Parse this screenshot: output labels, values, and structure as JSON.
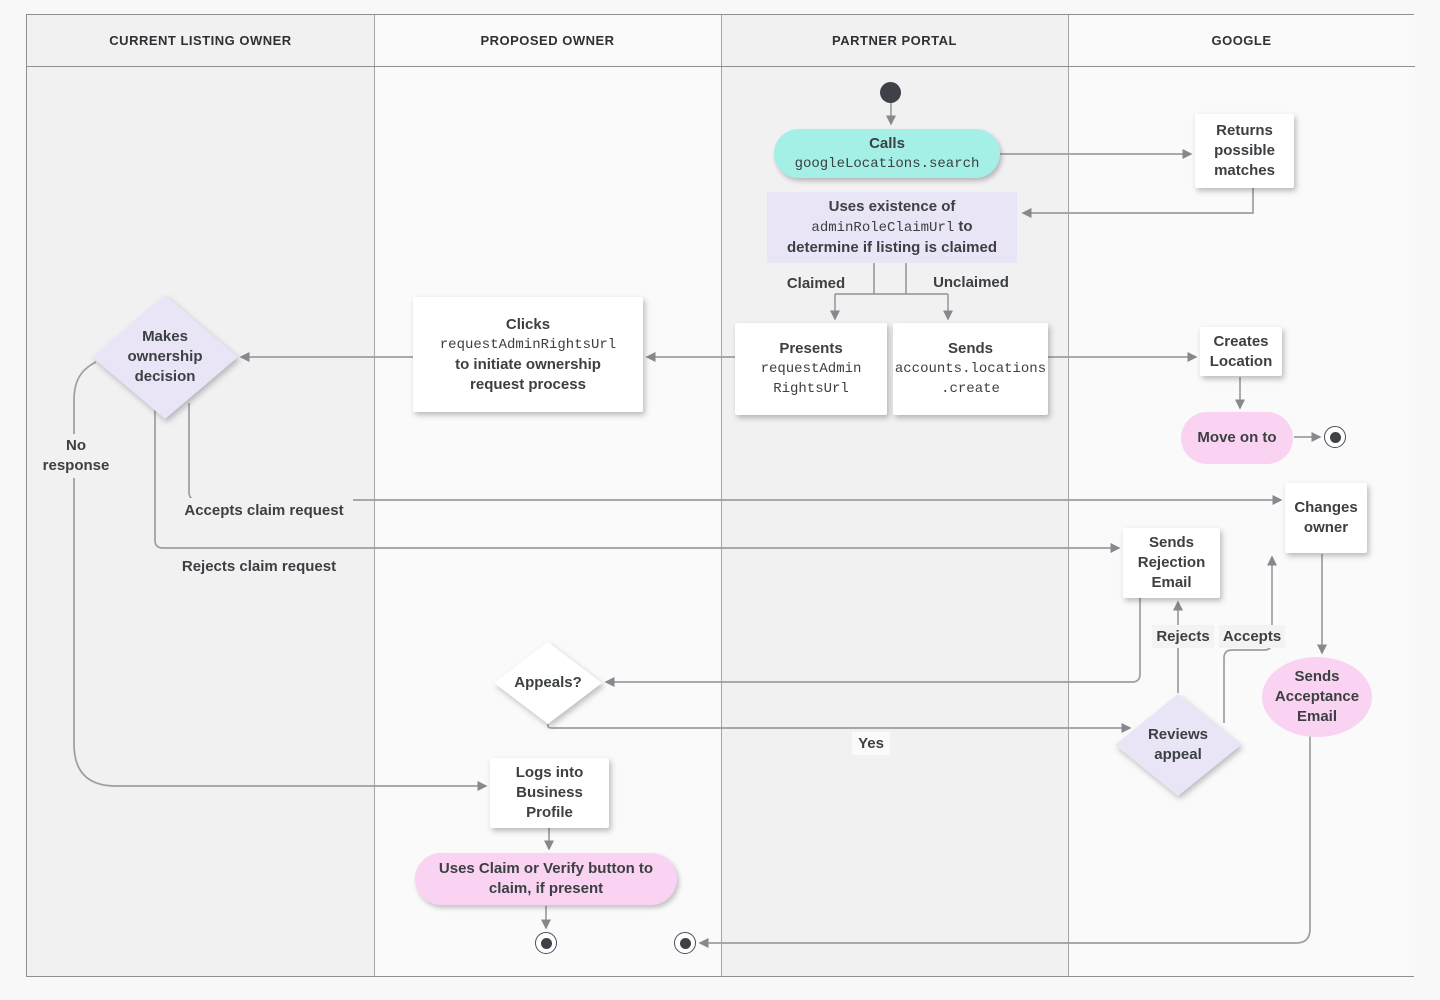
{
  "header": {
    "lanes": [
      "CURRENT LISTING OWNER",
      "PROPOSED OWNER",
      "PARTNER PORTAL",
      "GOOGLE"
    ]
  },
  "nodes": {
    "start": {
      "type": "start-node"
    },
    "calls": {
      "label": "Calls",
      "code": "googleLocations.search"
    },
    "returns_matches": {
      "lines": [
        "Returns",
        "possible",
        "matches"
      ]
    },
    "uses_existence": {
      "line1": "Uses existence of",
      "code": "adminRoleClaimUrl",
      "line2_suffix": " to",
      "line3": "determine if listing is claimed"
    },
    "presents": {
      "label": "Presents",
      "code_lines": [
        "requestAdmin",
        "RightsUrl"
      ]
    },
    "sends_create": {
      "label": "Sends",
      "code_lines": [
        "accounts.locations",
        ".create"
      ]
    },
    "creates_location": {
      "lines": [
        "Creates",
        "Location"
      ]
    },
    "move_on_to": {
      "label": "Move on to"
    },
    "clicks": {
      "label": "Clicks",
      "code": "requestAdminRightsUrl",
      "line3": "to initiate ownership",
      "line4": "request process"
    },
    "makes_decision": {
      "lines": [
        "Makes",
        "ownership",
        "decision"
      ]
    },
    "sends_rejection": {
      "lines": [
        "Sends",
        "Rejection",
        "Email"
      ]
    },
    "changes_owner": {
      "lines": [
        "Changes",
        "owner"
      ]
    },
    "appeals": {
      "label": "Appeals?"
    },
    "reviews_appeal": {
      "lines": [
        "Reviews",
        "appeal"
      ]
    },
    "sends_acceptance": {
      "lines": [
        "Sends",
        "Acceptance",
        "Email"
      ]
    },
    "logs_into": {
      "lines": [
        "Logs into",
        "Business",
        "Profile"
      ]
    },
    "claim_verify": {
      "lines": [
        "Uses Claim or Verify button to",
        "claim, if present"
      ]
    }
  },
  "edge_labels": {
    "claimed": "Claimed",
    "unclaimed": "Unclaimed",
    "no_response_line1": "No",
    "no_response_line2": "response",
    "accepts_claim": "Accepts claim request",
    "rejects_claim": "Rejects claim request",
    "yes": "Yes",
    "rejects": "Rejects",
    "accepts": "Accepts"
  },
  "colors": {
    "teal": "#a5f0e6",
    "lavender": "#e9e5f6",
    "pink": "#f9d3f1",
    "node_text": "#3c4043",
    "line": "#9b9fa3",
    "arrow": "#85898d",
    "lane_gray": "#f1f1f2",
    "lane_light": "#fafafa"
  }
}
